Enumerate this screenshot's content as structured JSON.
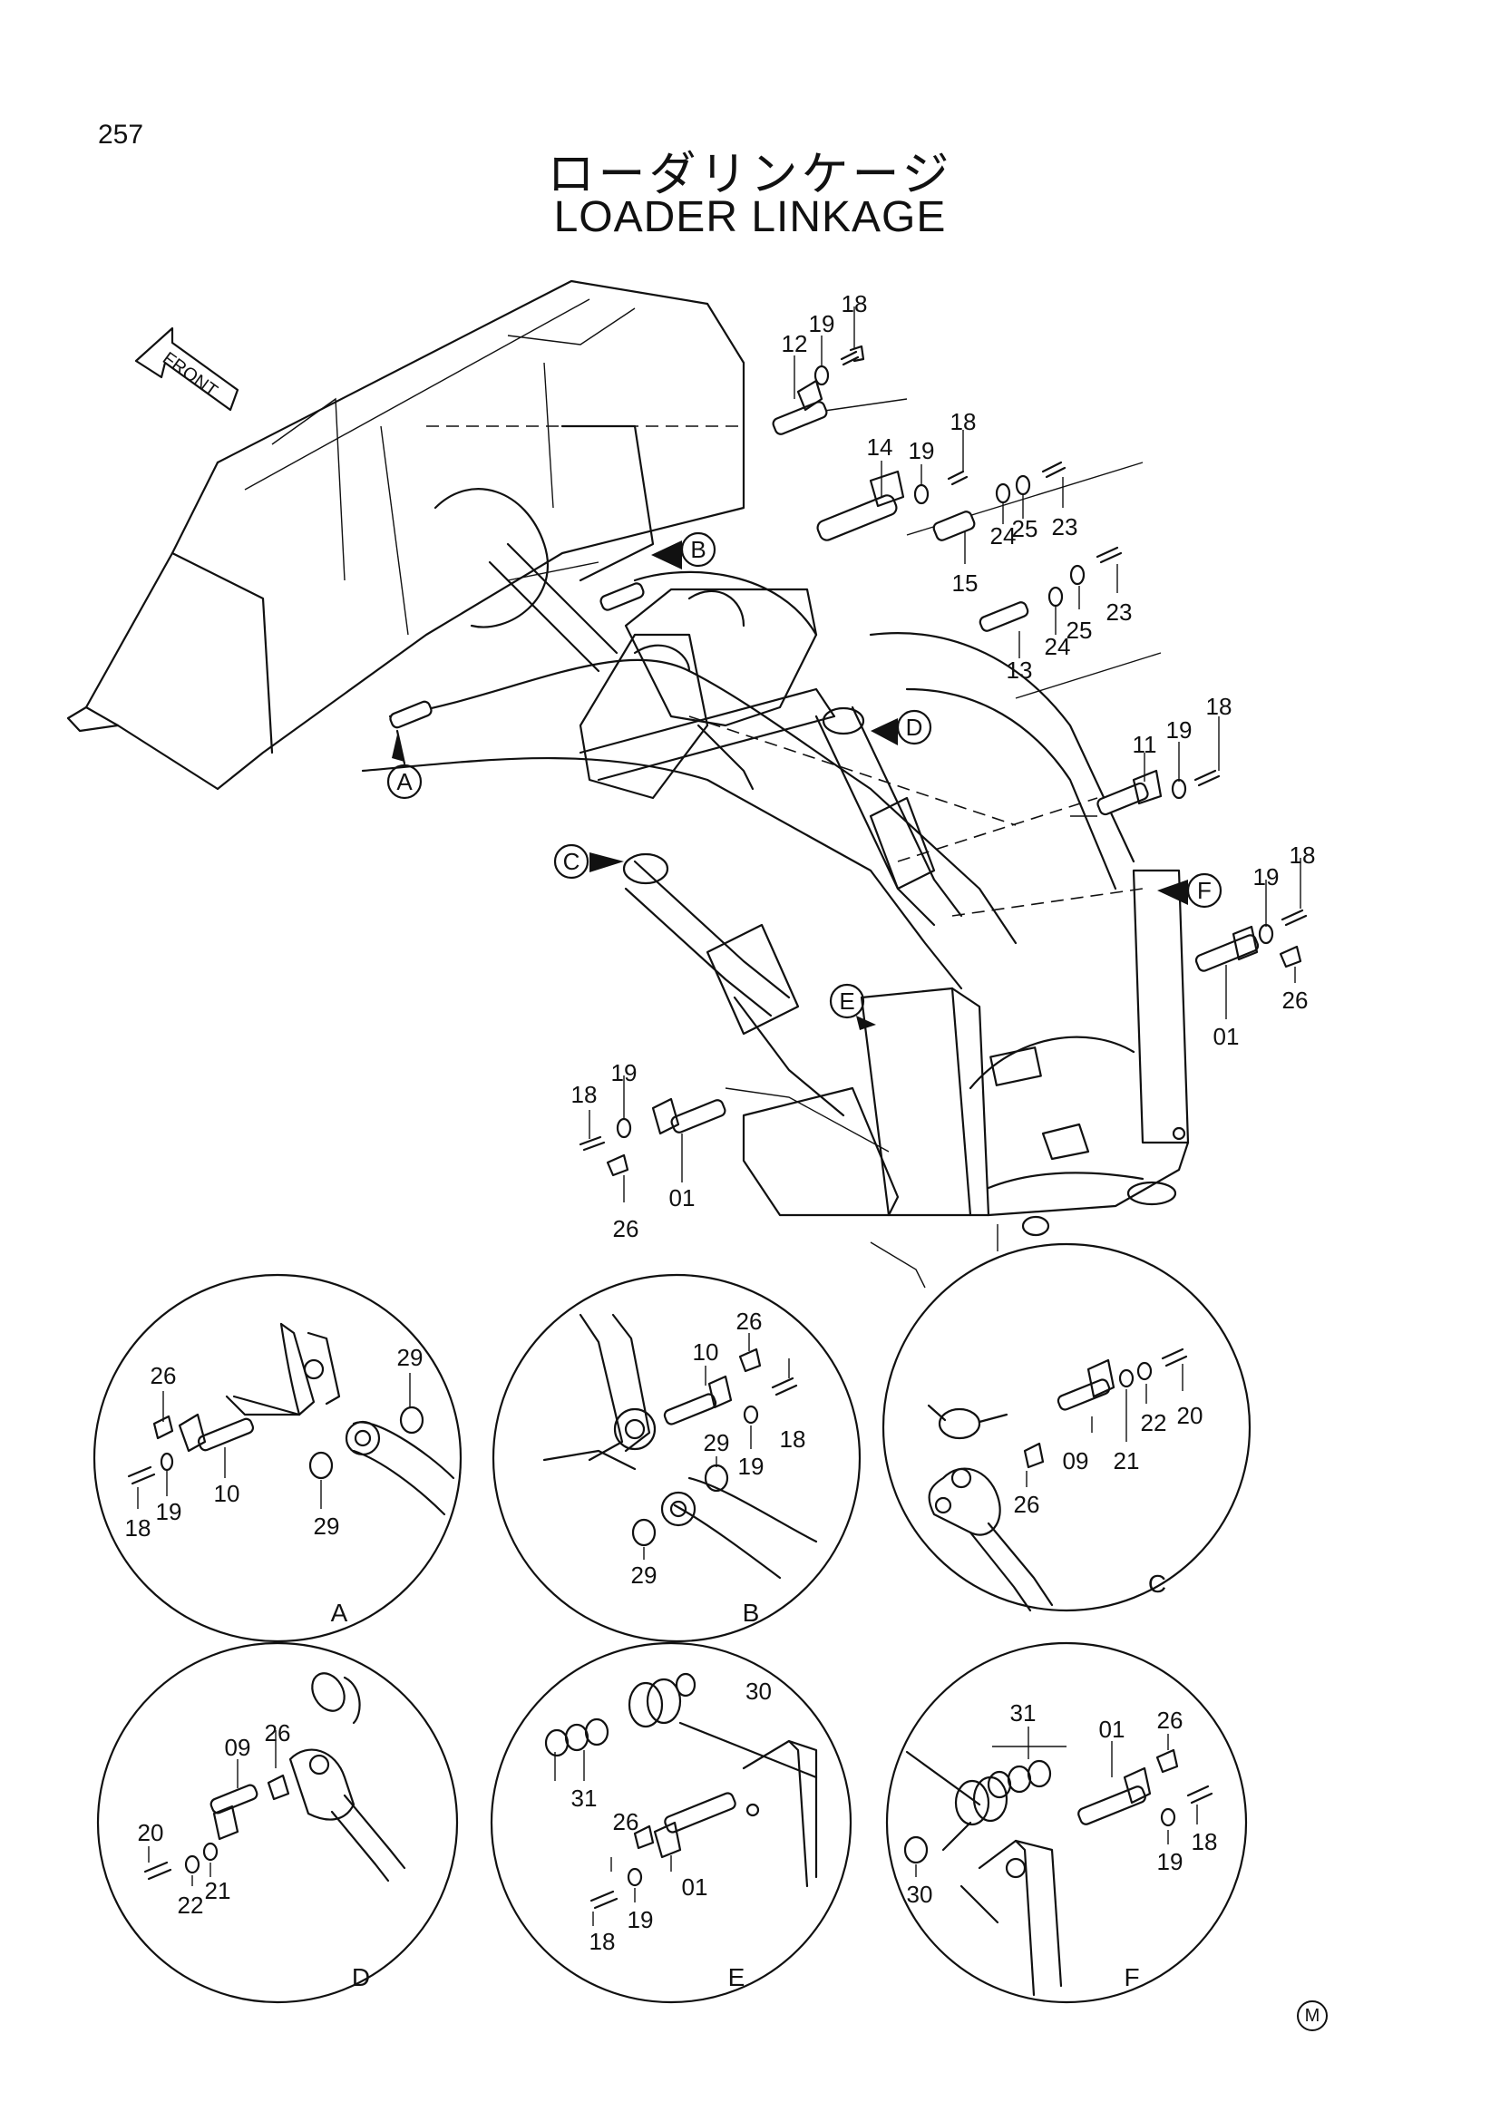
{
  "page_number": "257",
  "title_jp": "ローダリンケージ",
  "title_en": "LOADER LINKAGE",
  "front_label": "FRONT",
  "footer_mark": "M",
  "callouts": [
    "A",
    "B",
    "C",
    "D",
    "E",
    "F"
  ],
  "main_parts": [
    "12",
    "19",
    "18",
    "14",
    "19",
    "18",
    "24",
    "25",
    "23",
    "15",
    "24",
    "25",
    "23",
    "13",
    "11",
    "19",
    "18",
    "19",
    "18",
    "26",
    "01",
    "18",
    "19",
    "01",
    "26"
  ],
  "details": [
    {
      "caption": "A",
      "parts": [
        "26",
        "29",
        "10",
        "18",
        "19",
        "29"
      ]
    },
    {
      "caption": "B",
      "parts": [
        "26",
        "10",
        "18",
        "29",
        "19",
        "29"
      ]
    },
    {
      "caption": "C",
      "parts": [
        "20",
        "22",
        "21",
        "09",
        "26"
      ]
    },
    {
      "caption": "D",
      "parts": [
        "26",
        "09",
        "20",
        "21",
        "22"
      ]
    },
    {
      "caption": "E",
      "parts": [
        "30",
        "31",
        "26",
        "18",
        "19",
        "01"
      ]
    },
    {
      "caption": "F",
      "parts": [
        "31",
        "26",
        "01",
        "18",
        "19",
        "30"
      ]
    }
  ]
}
